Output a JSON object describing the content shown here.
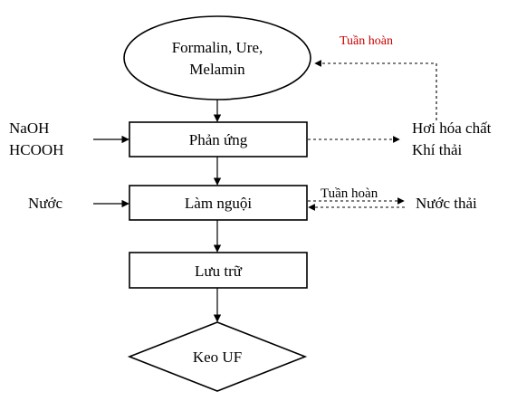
{
  "nodes": {
    "input": {
      "line1": "Formalin, Ure,",
      "line2": "Melamin"
    },
    "reaction": "Phản ứng",
    "cooling": "Làm nguội",
    "storage": "Lưu trữ",
    "product": "Keo UF"
  },
  "side_inputs": {
    "reaction_line1": "NaOH",
    "reaction_line2": "HCOOH",
    "cooling": "Nước"
  },
  "side_outputs": {
    "reaction_line1": "Hơi hóa chất",
    "reaction_line2": "Khí thải",
    "cooling": "Nước thải"
  },
  "loops": {
    "top": "Tuần hoàn",
    "cooling": "Tuần hoàn"
  },
  "colors": {
    "top_loop_label": "#cc0000",
    "stroke": "#000000"
  }
}
